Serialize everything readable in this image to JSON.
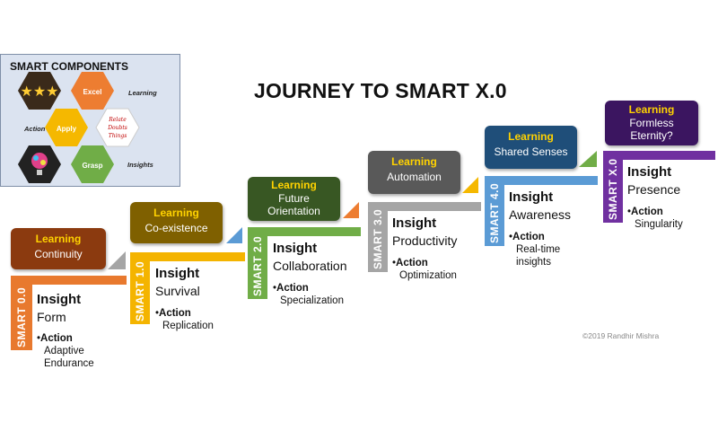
{
  "title": "JOURNEY TO SMART X.0",
  "credit": "©2019 Randhir Mishra",
  "components": {
    "heading": "SMART COMPONENTS",
    "hex_labels": [
      "Excel",
      "Apply",
      "Grasp"
    ],
    "side_labels": [
      "Learning",
      "Action",
      "Insights"
    ],
    "script_text": "Relate Doubts Things"
  },
  "stages": [
    {
      "smart": "SMART 0.0",
      "learning_label": "Learning",
      "learning": "Continuity",
      "insight_label": "Insight",
      "insight": "Form",
      "action_label": "Action",
      "action": [
        "Adaptive",
        "Endurance"
      ],
      "color": "#e8792e",
      "box_color": "#8b3a0f"
    },
    {
      "smart": "SMART 1.0",
      "learning_label": "Learning",
      "learning": "Co-existence",
      "insight_label": "Insight",
      "insight": "Survival",
      "action_label": "Action",
      "action": [
        "Replication"
      ],
      "color": "#f4b400",
      "box_color": "#7f6000"
    },
    {
      "smart": "SMART 2.0",
      "learning_label": "Learning",
      "learning": "Future Orientation",
      "insight_label": "Insight",
      "insight": "Collaboration",
      "action_label": "Action",
      "action": [
        "Specialization"
      ],
      "color": "#70ad47",
      "box_color": "#385723"
    },
    {
      "smart": "SMART 3.0",
      "learning_label": "Learning",
      "learning": "Automation",
      "insight_label": "Insight",
      "insight": "Productivity",
      "action_label": "Action",
      "action": [
        "Optimization"
      ],
      "color": "#a5a5a5",
      "box_color": "#595959"
    },
    {
      "smart": "SMART 4.0",
      "learning_label": "Learning",
      "learning": "Shared Senses",
      "insight_label": "Insight",
      "insight": "Awareness",
      "action_label": "Action",
      "action": [
        "Real-time",
        "insights"
      ],
      "color": "#5b9bd5",
      "box_color": "#1f4e79"
    },
    {
      "smart": "SMART X.0",
      "learning_label": "Learning",
      "learning": "Formless Eternity?",
      "insight_label": "Insight",
      "insight": "Presence",
      "action_label": "Action",
      "action": [
        "Singularity"
      ],
      "color": "#7030a0",
      "box_color": "#3b1560"
    }
  ]
}
